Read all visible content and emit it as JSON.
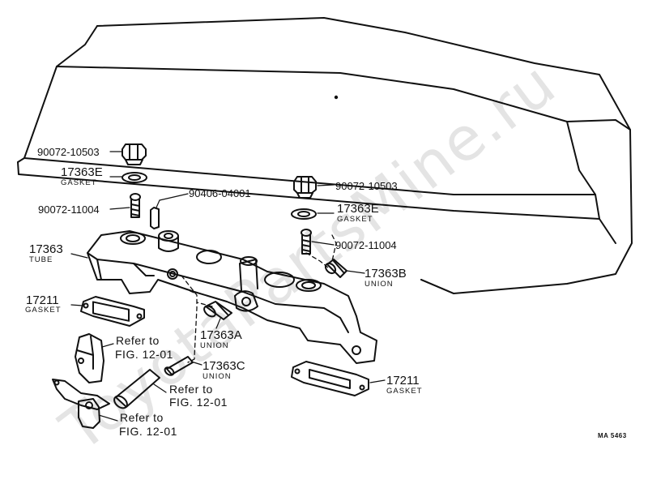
{
  "watermark": "ToyotaPartsMine.ru",
  "diagram_code": "MA 5463",
  "callouts": {
    "bolt_top_left": "90072-10503",
    "gasket_left_num": "17363E",
    "gasket_left_name": "GASKET",
    "pin": "90406-04001",
    "screw_left": "90072-11004",
    "tube_num": "17363",
    "tube_name": "TUBE",
    "gasket_17211_left_num": "17211",
    "gasket_17211_left_name": "GASKET",
    "bolt_top_right": "90072-10503",
    "gasket_right_num": "17363E",
    "gasket_right_name": "GASKET",
    "screw_right": "90072-11004",
    "union_b_num": "17363B",
    "union_b_name": "UNION",
    "union_a_num": "17363A",
    "union_a_name": "UNION",
    "union_c_num": "17363C",
    "union_c_name": "UNION",
    "gasket_17211_right_num": "17211",
    "gasket_17211_right_name": "GASKET"
  },
  "references": {
    "ref1_line1": "Refer to",
    "ref1_line2": "FIG. 12-01",
    "ref2_line1": "Refer to",
    "ref2_line2": "FIG. 12-01",
    "ref3_line1": "Refer to",
    "ref3_line2": "FIG. 12-01"
  }
}
